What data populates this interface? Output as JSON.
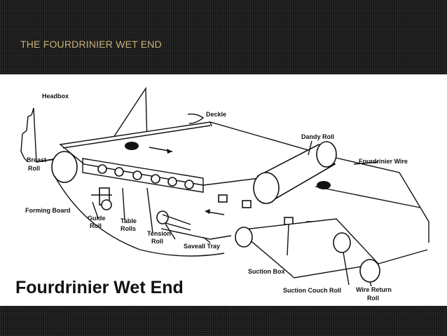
{
  "slide": {
    "title": "THE FOURDRINIER  WET END",
    "caption": "Fourdrinier Wet End"
  },
  "diagram": {
    "labels": {
      "headbox": "Headbox",
      "deckle": "Deckle",
      "dandy_roll": "Dandy Roll",
      "fourdrinier_wire": "Fourdrinier Wire",
      "breast_roll_1": "Breast",
      "breast_roll_2": "Roll",
      "forming_board": "Forming Board",
      "guide_roll_1": "Guide",
      "guide_roll_2": "Roll",
      "table_rolls_1": "Table",
      "table_rolls_2": "Rolls",
      "tension_roll_1": "Tension",
      "tension_roll_2": "Roll",
      "saveall_tray": "Saveall Tray",
      "suction_box": "Suction Box",
      "suction_couch_roll": "Suction Couch Roll",
      "wire_return_roll_1": "Wire Return",
      "wire_return_roll_2": "Roll"
    }
  }
}
